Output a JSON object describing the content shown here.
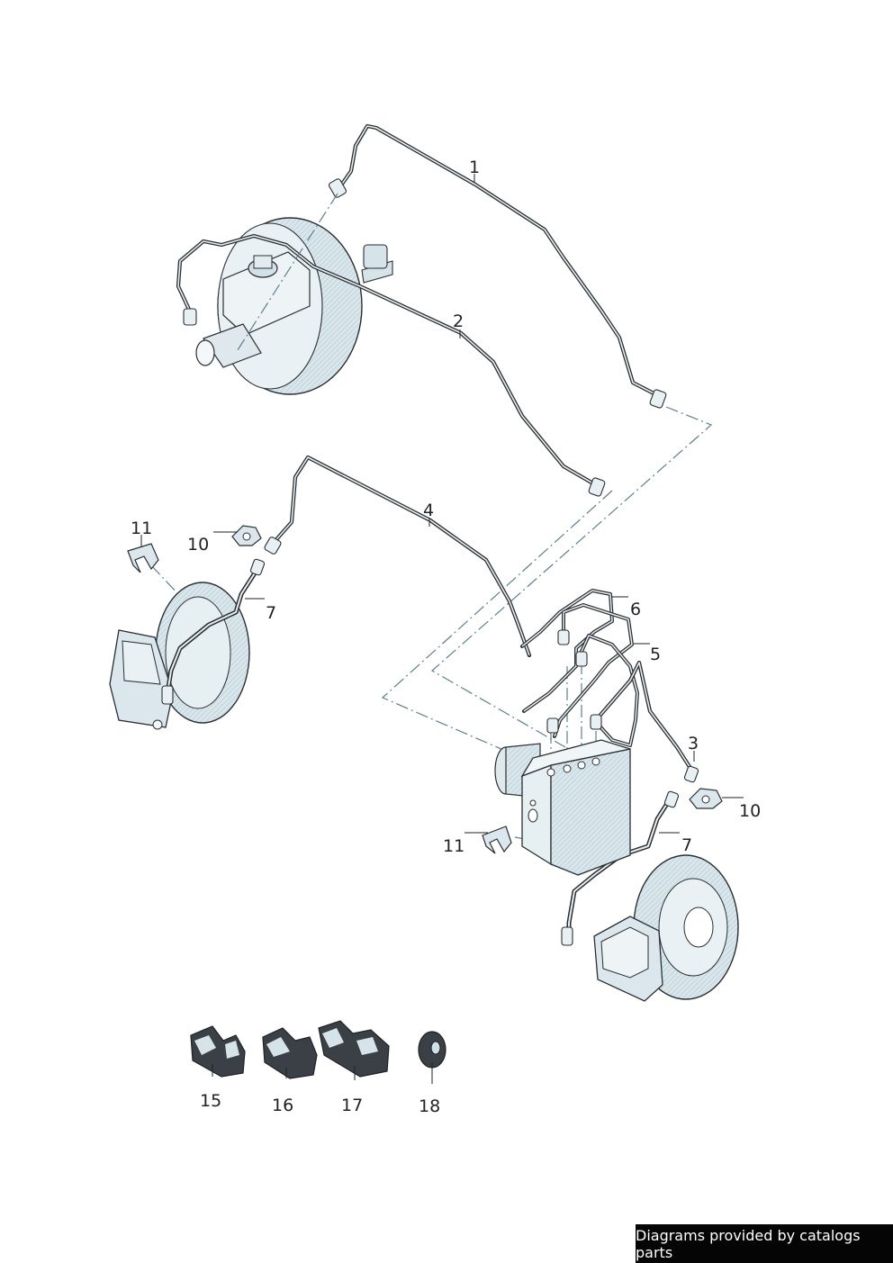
{
  "credit": "Diagrams provided by catalogs parts",
  "callouts": [
    "1",
    "2",
    "4",
    "11",
    "10",
    "7",
    "6",
    "5",
    "3",
    "10",
    "11",
    "7",
    "15",
    "16",
    "17",
    "18"
  ],
  "colors": {
    "pipe": "#2a2f33",
    "part_fill": "#cfe0e6",
    "part_shade": "#a9c3cc",
    "leader": "#222222",
    "dash_line": "#5d7f8c",
    "credit_bg": "#050505",
    "credit_text": "#ffffff"
  }
}
